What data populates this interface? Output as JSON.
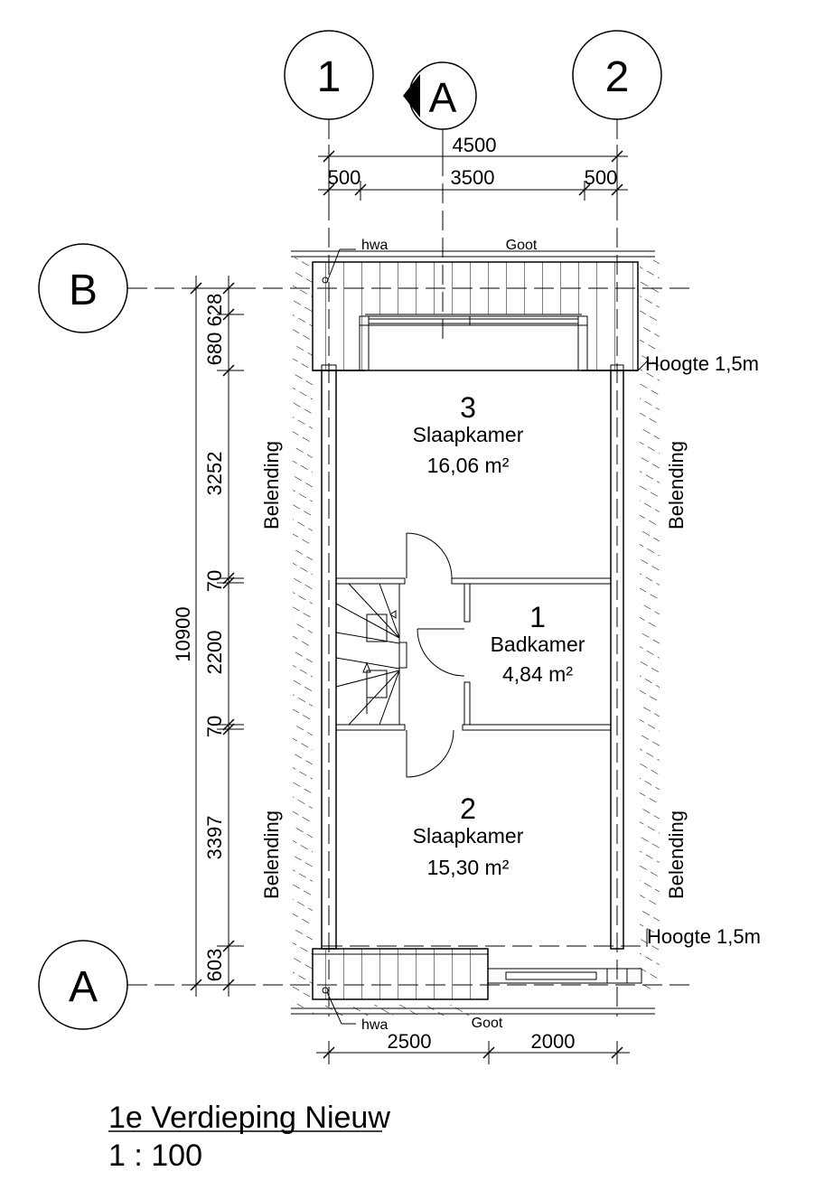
{
  "grid": {
    "col1": "1",
    "col2": "2",
    "rowB": "B",
    "rowA": "A",
    "section": "A"
  },
  "dims_top": {
    "total": "4500",
    "left": "500",
    "middle": "3500",
    "right": "500"
  },
  "dims_bottom": {
    "left": "2500",
    "right": "2000"
  },
  "dims_left": {
    "total": "10900",
    "d628": "628",
    "d680": "680",
    "d3252": "3252",
    "d70a": "70",
    "d2200": "2200",
    "d70b": "70",
    "d3397": "3397",
    "d603": "603"
  },
  "labels": {
    "hwa_top": "hwa",
    "goot_top": "Goot",
    "hwa_bottom": "hwa",
    "goot_bottom": "Goot",
    "hoogte_top": "Hoogte 1,5m",
    "hoogte_bottom": "Hoogte 1,5m",
    "belending": "Belending"
  },
  "rooms": [
    {
      "number": "3",
      "name": "Slaapkamer",
      "area": "16,06 m²"
    },
    {
      "number": "1",
      "name": "Badkamer",
      "area": "4,84 m²"
    },
    {
      "number": "2",
      "name": "Slaapkamer",
      "area": "15,30 m²"
    }
  ],
  "title": {
    "name": "1e Verdieping Nieuw",
    "scale": "1 : 100"
  }
}
